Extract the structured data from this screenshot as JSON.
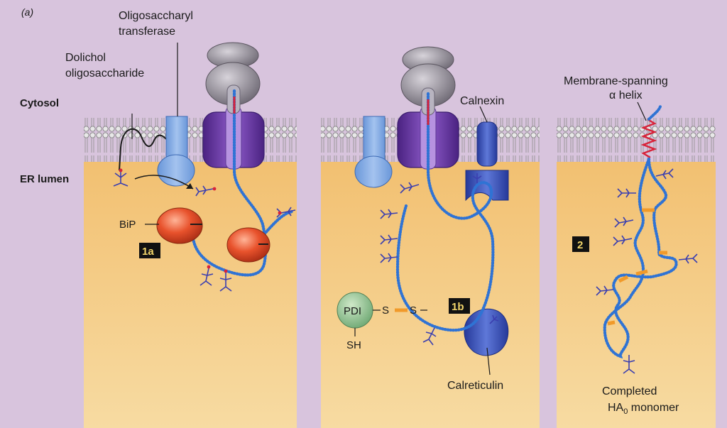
{
  "figure": {
    "panel_tag": "(a)",
    "compartments": {
      "cytosol": "Cytosol",
      "er_lumen": "ER lumen"
    },
    "labels": {
      "oligo_transferase_line1": "Oligosaccharyl",
      "oligo_transferase_line2": "transferase",
      "dolichol_line1": "Dolichol",
      "dolichol_line2": "oligosaccharide",
      "bip": "BiP",
      "calnexin": "Calnexin",
      "calreticulin": "Calreticulin",
      "pdi": "PDI",
      "s_left": "S",
      "s_right": "S",
      "sh": "SH",
      "helix_line1": "Membrane-spanning",
      "helix_line2": "α helix",
      "completed_line1": "Completed",
      "completed_line2_main": "HA",
      "completed_line2_sub": "0",
      "completed_line2_end": " monomer"
    },
    "steps": {
      "step_1a": "1a",
      "step_1b": "1b",
      "step_2": "2"
    },
    "colors": {
      "background": "#d8c4dd",
      "lumen": "#f2c778",
      "polypeptide": "#2f73d4",
      "bip": "#e2502a",
      "calnexin": "#3b52b8",
      "ribosome": "#8f8a95",
      "translocon": "#6a3a9e",
      "pdi": "#8fc592",
      "disulfide": "#f19a2a",
      "helix": "#d8233a"
    }
  }
}
